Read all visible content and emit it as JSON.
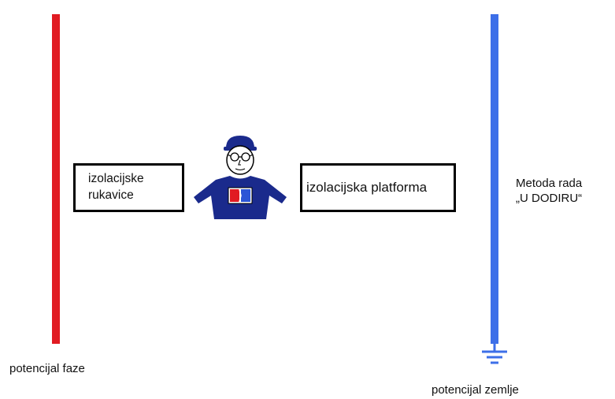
{
  "labels": {
    "gloves": "izolacijske\nrukavice",
    "platform": "izolacijska platforma",
    "method": "Metoda rada\n„U DODIRU“",
    "phase_potential": "potencijal faze",
    "earth_potential": "potencijal zemlje"
  },
  "colors": {
    "phase_line": "#e11b22",
    "earth_line": "#3d6fe8",
    "shirt": "#1a2a8c",
    "badge_red": "#e11b22",
    "badge_blue": "#2b55d6"
  },
  "icons": {
    "worker": "worker-icon",
    "ground": "ground-symbol-icon"
  }
}
